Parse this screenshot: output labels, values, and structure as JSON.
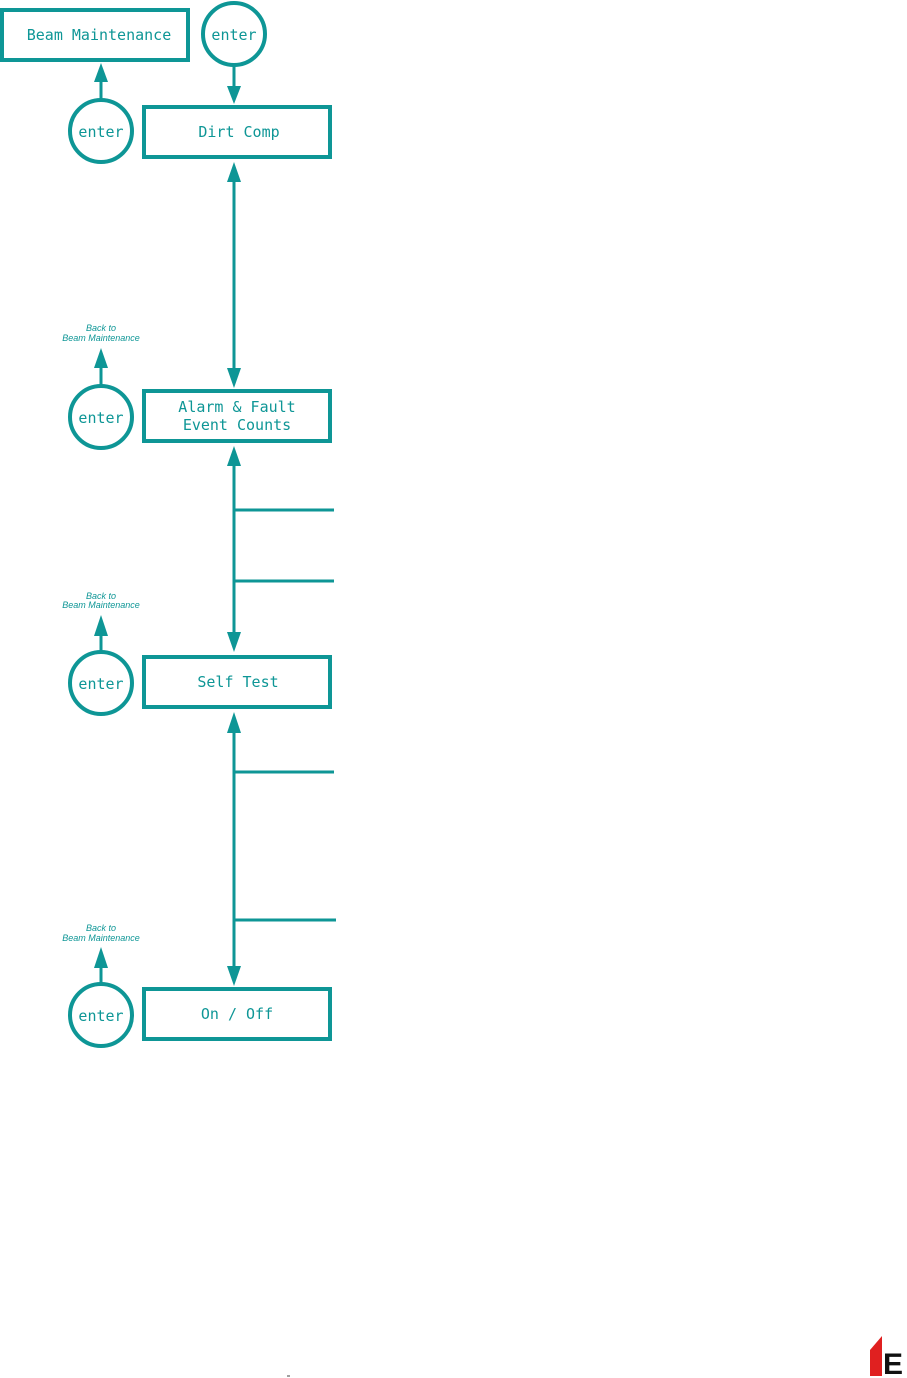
{
  "colors": {
    "accent": "#0e9696",
    "logo_red": "#e02020",
    "logo_dark": "#111111"
  },
  "top": {
    "menu_label": "Beam Maintenance",
    "enter_label": "enter"
  },
  "items": [
    {
      "title": "Dirt Comp",
      "enter_label": "enter",
      "back_line1": "",
      "back_line2": ""
    },
    {
      "title_line1": "Alarm & Fault",
      "title_line2": "Event Counts",
      "enter_label": "enter",
      "back_line1": "Back to",
      "back_line2": "Beam Maintenance"
    },
    {
      "title": "Self Test",
      "enter_label": "enter",
      "back_line1": "Back to",
      "back_line2": "Beam Maintenance"
    },
    {
      "title": "On / Off",
      "enter_label": "enter",
      "back_line1": "Back to",
      "back_line2": "Beam Maintenance"
    }
  ],
  "logo": {
    "letter": "E",
    "icon": "company-logo-icon"
  }
}
